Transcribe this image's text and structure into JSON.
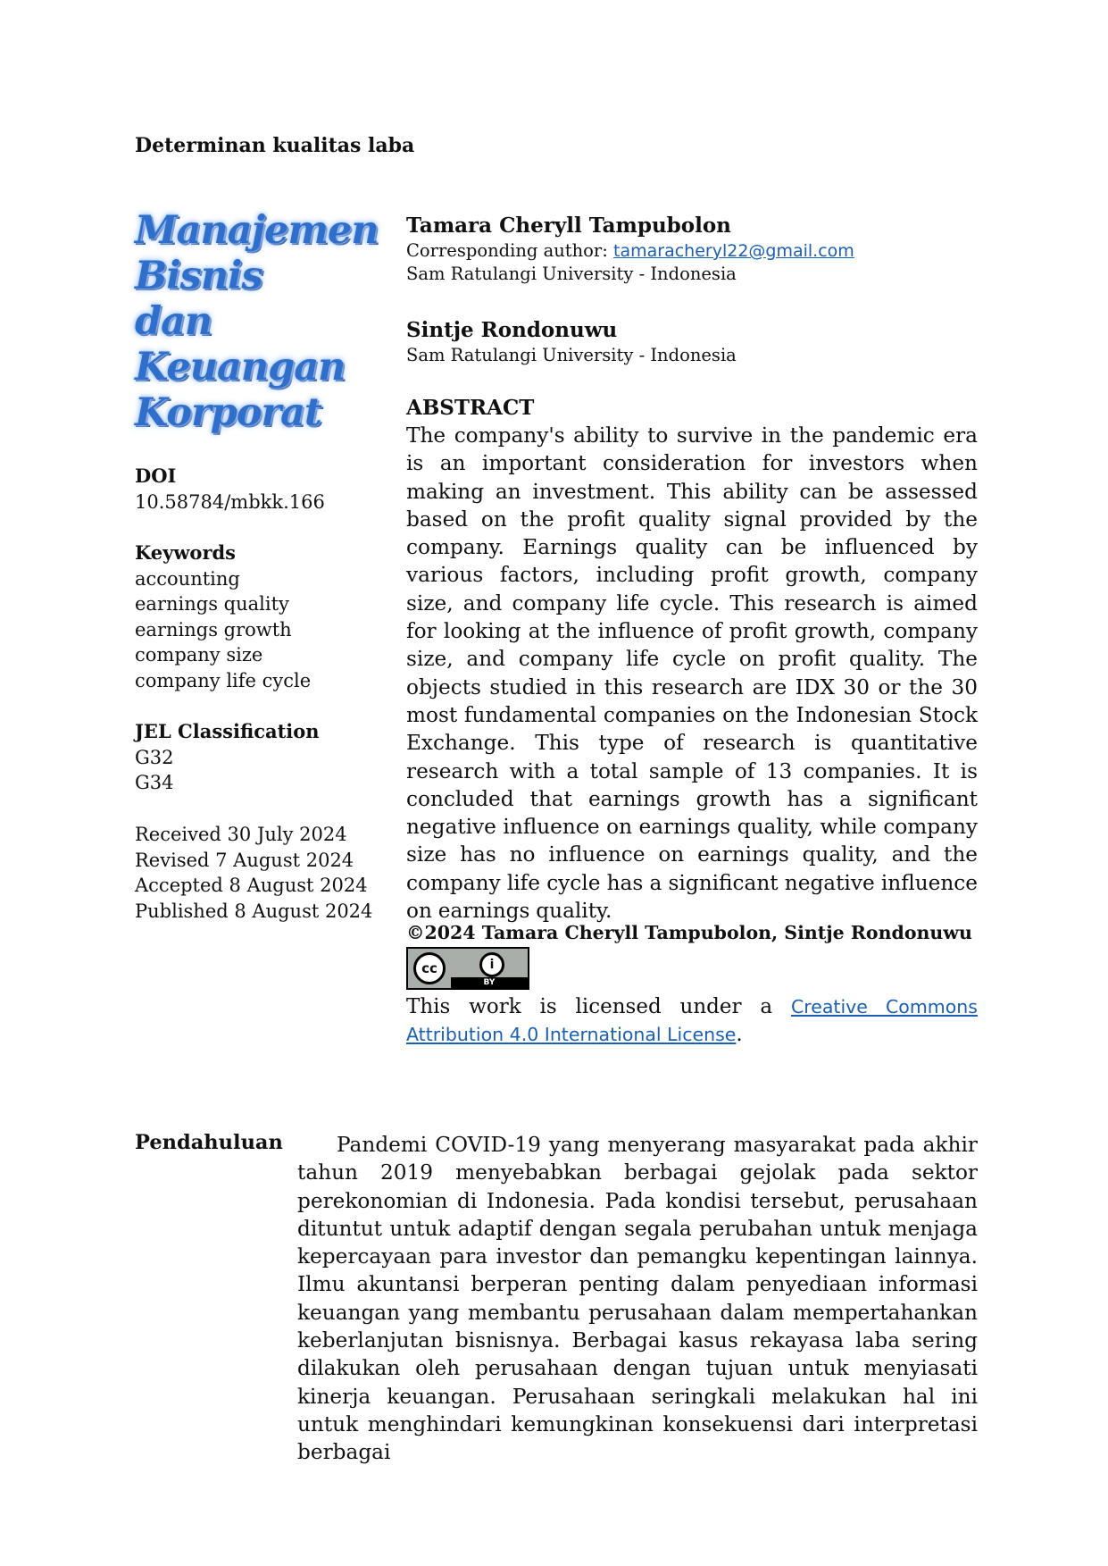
{
  "running_head": "Determinan kualitas laba",
  "journal_logo": [
    "Manajemen",
    "Bisnis",
    "dan",
    "Keuangan",
    "Korporat"
  ],
  "doi": {
    "label": "DOI",
    "value": "10.58784/mbkk.166"
  },
  "keywords": {
    "label": "Keywords",
    "items": [
      "accounting",
      "earnings quality",
      "earnings growth",
      "company size",
      "company life cycle"
    ]
  },
  "jel": {
    "label": "JEL Classification",
    "items": [
      "G32",
      "G34"
    ]
  },
  "dates": [
    "Received 30 July 2024",
    "Revised 7 August 2024",
    "Accepted 8 August 2024",
    "Published 8 August 2024"
  ],
  "authors": [
    {
      "name": "Tamara Cheryll Tampubolon",
      "corresponding_prefix": "Corresponding author: ",
      "email": "tamaracheryl22@gmail.com",
      "affiliation": "Sam Ratulangi University - Indonesia"
    },
    {
      "name": "Sintje Rondonuwu",
      "affiliation": "Sam Ratulangi University - Indonesia"
    }
  ],
  "abstract": {
    "heading": "ABSTRACT",
    "text": "The company's ability to survive in the pandemic era is an important consideration for investors when making an investment. This ability can be assessed based on the profit quality signal provided by the company. Earnings quality can be influenced by various factors, including profit growth, company size, and company life cycle. This research is aimed for looking at the influence of profit growth, company size, and company life cycle on profit quality. The objects studied in this research are IDX 30 or the 30 most fundamental companies on the Indonesian Stock Exchange. This type of research is quantitative research with a total sample of 13 companies. It is concluded that earnings growth has a significant negative influence on earnings quality, while company size has no influence on earnings quality, and the company life cycle has a significant negative influence on earnings quality."
  },
  "copyright": "©2024 Tamara Cheryll Tampubolon, Sintje Rondonuwu",
  "license_badge": {
    "cc": "cc",
    "by_icon": "i",
    "by_label": "BY"
  },
  "license": {
    "prefix": "This work is licensed under a ",
    "link_text": "Creative Commons Attribution 4.0 International License",
    "suffix": "."
  },
  "section": {
    "label": "Pendahuluan",
    "text": "Pandemi COVID-19 yang menyerang masyarakat pada akhir tahun 2019 menyebabkan berbagai gejolak pada sektor perekonomian di Indonesia. Pada kondisi tersebut, perusahaan dituntut untuk adaptif dengan segala perubahan untuk menjaga kepercayaan para investor dan pemangku kepentingan lainnya. Ilmu akuntansi berperan penting dalam penyediaan informasi keuangan yang membantu perusahaan dalam mempertahankan keberlanjutan bisnisnya. Berbagai kasus rekayasa laba sering dilakukan oleh perusahaan dengan tujuan untuk menyiasati kinerja keuangan. Perusahaan seringkali melakukan hal ini untuk menghindari kemungkinan konsekuensi dari interpretasi berbagai"
  }
}
